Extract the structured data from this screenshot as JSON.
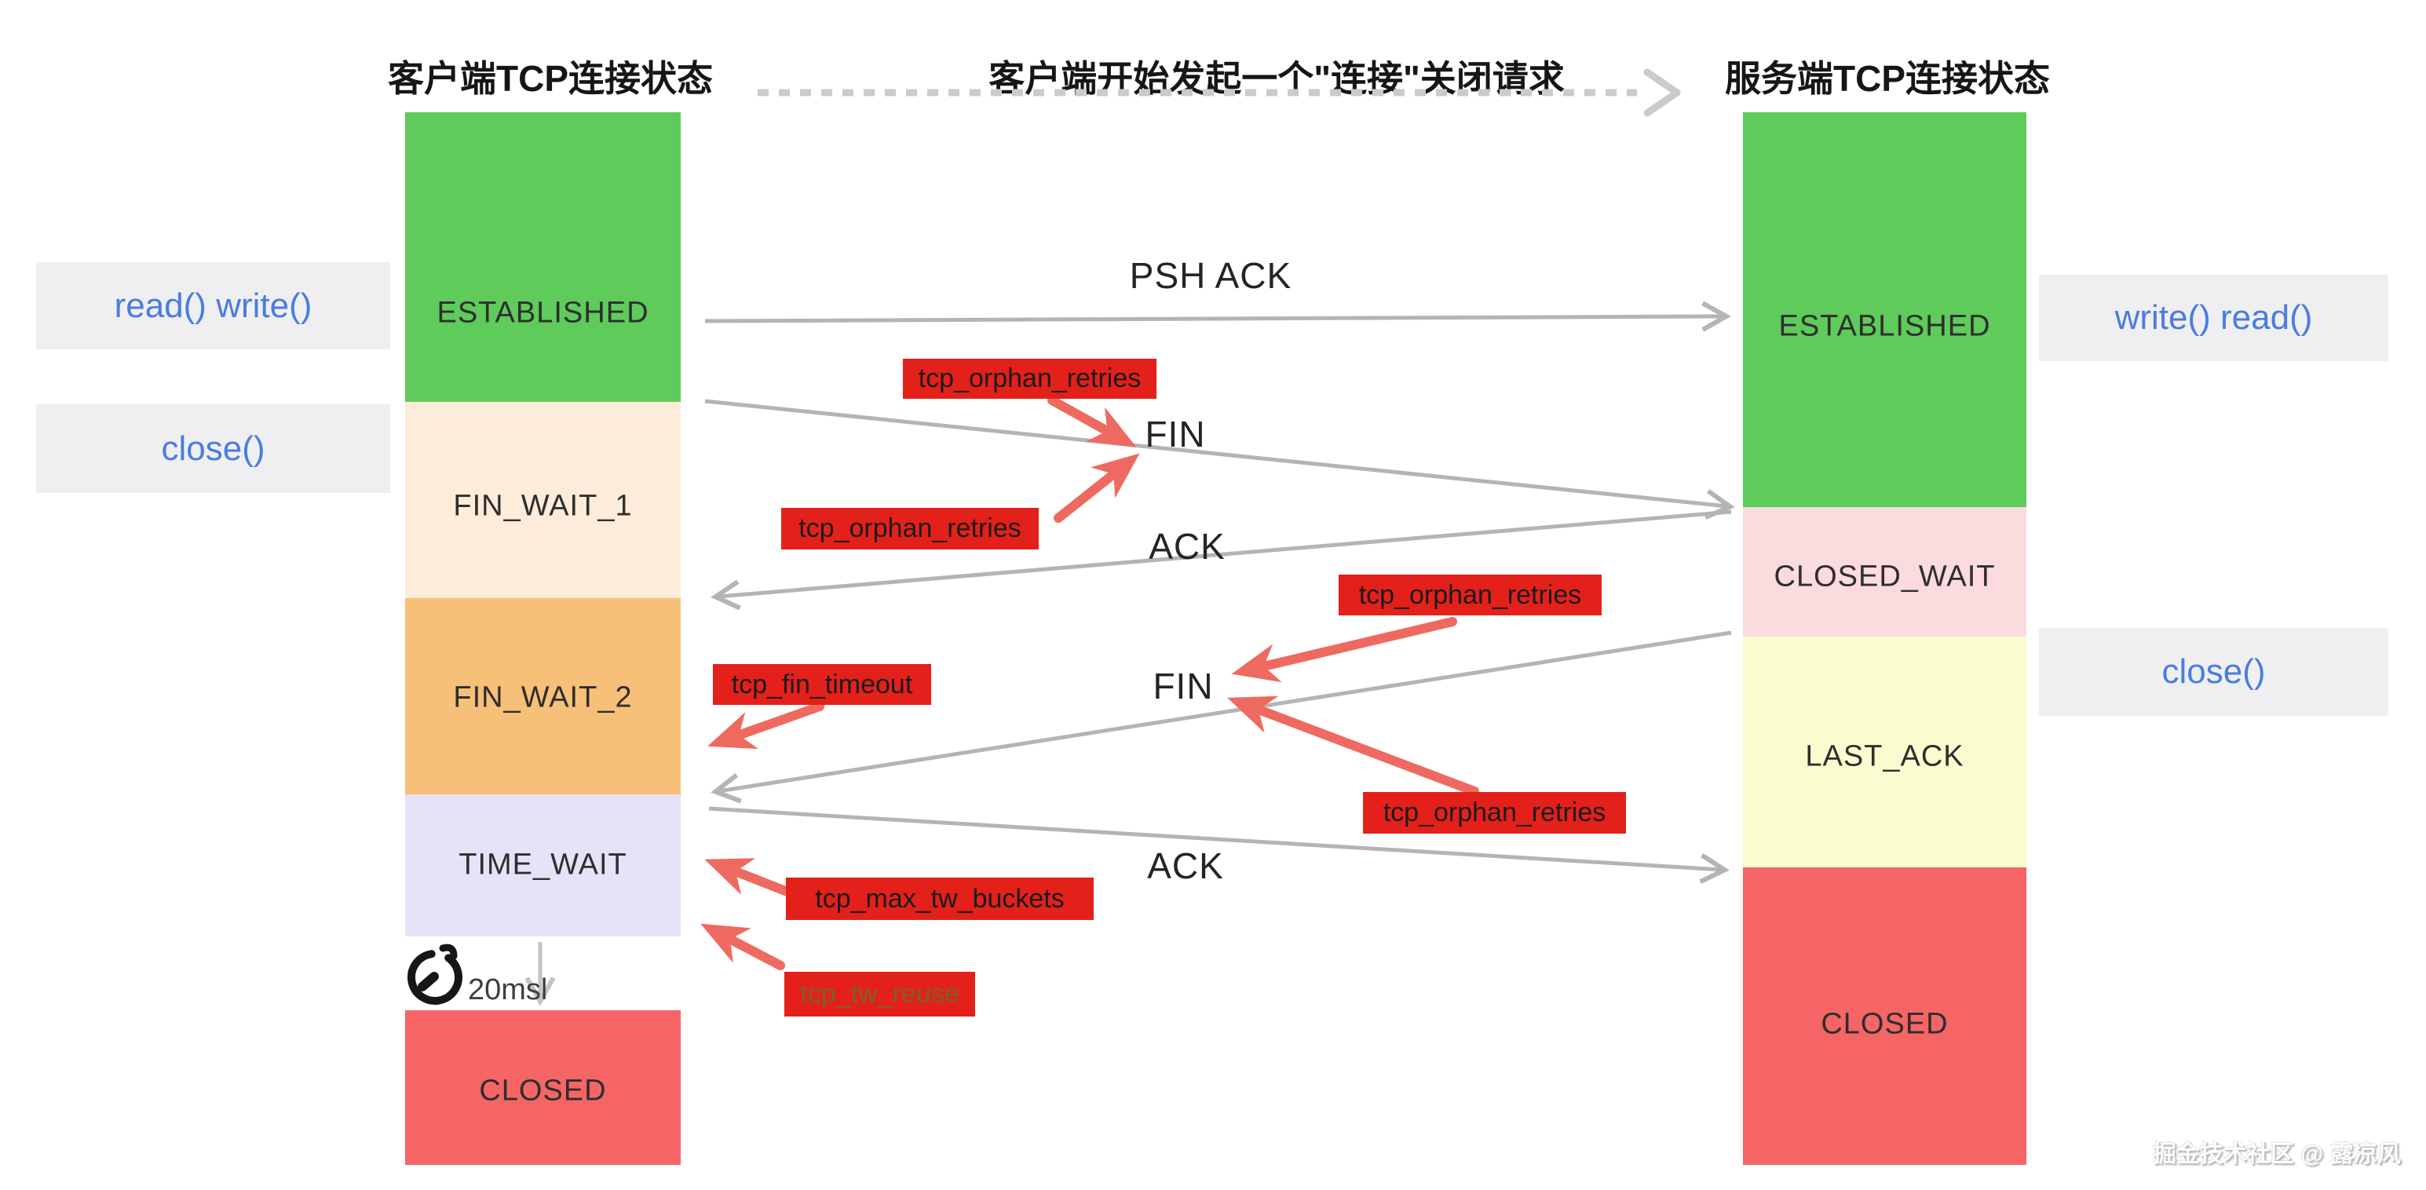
{
  "header": {
    "client_title": "客户端TCP连接状态",
    "middle_title": "客户端开始发起一个\"连接\"关闭请求",
    "server_title": "服务端TCP连接状态"
  },
  "client_states": [
    {
      "label": "ESTABLISHED",
      "color": "#5ecb5b"
    },
    {
      "label": "FIN_WAIT_1",
      "color": "#fdecd9"
    },
    {
      "label": "FIN_WAIT_2",
      "color": "#f7c078"
    },
    {
      "label": "TIME_WAIT",
      "color": "#e7e2f8"
    },
    {
      "label": "CLOSED",
      "color": "#f56565"
    }
  ],
  "server_states": [
    {
      "label": "ESTABLISHED",
      "color": "#5ecb5b"
    },
    {
      "label": "CLOSED_WAIT",
      "color": "#fbdbdd"
    },
    {
      "label": "LAST_ACK",
      "color": "#fbfbd0"
    },
    {
      "label": "CLOSED",
      "color": "#f56565"
    }
  ],
  "syscalls": {
    "client_read_write": "read() write()",
    "client_close": "close()",
    "server_write_read": "write() read()",
    "server_close": "close()"
  },
  "messages": {
    "psh_ack": "PSH ACK",
    "fin_1": "FIN",
    "ack_1": "ACK",
    "fin_2": "FIN",
    "ack_2": "ACK"
  },
  "kernel_params": [
    {
      "label": "tcp_orphan_retries"
    },
    {
      "label": "tcp_orphan_retries"
    },
    {
      "label": "tcp_orphan_retries"
    },
    {
      "label": "tcp_orphan_retries"
    },
    {
      "label": "tcp_fin_timeout"
    },
    {
      "label": "tcp_max_tw_buckets"
    },
    {
      "label": "tcp_tw_reuse"
    }
  ],
  "timer": {
    "icon": "stopwatch-icon",
    "duration_label": "20msl"
  },
  "watermark": "掘金技术社区 @ 露凉风",
  "colors": {
    "param_red": "#e3201a",
    "arrow_red": "#ee6a60",
    "arrow_gray": "#b4b4b4",
    "dotted_gray": "#cbcbcb",
    "light_arrow": "#c4c4c4",
    "gray_box": "#efeff1",
    "blue": "#4a7ce0",
    "tw_reuse_text": "#7a6030"
  }
}
